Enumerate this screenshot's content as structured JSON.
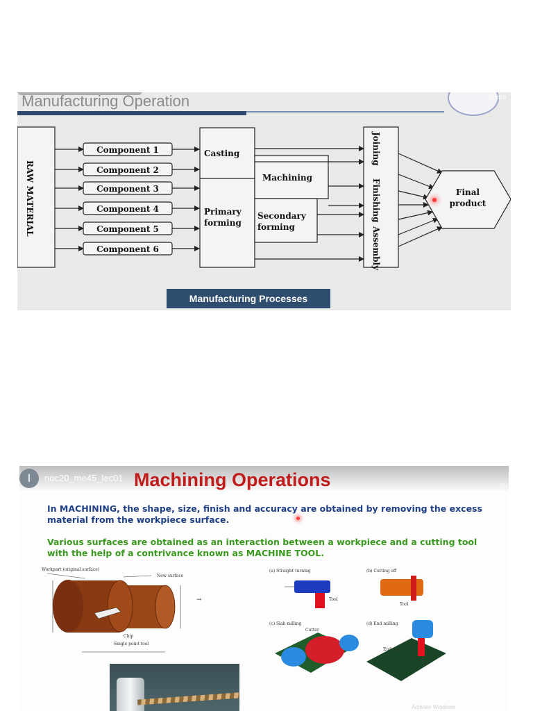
{
  "slide1": {
    "title": "Manufacturing Operation",
    "share": "Share",
    "raw_material": "RAW MATERIAL",
    "components": [
      "Component 1",
      "Component 2",
      "Component 3",
      "Component 4",
      "Component 5",
      "Component 6"
    ],
    "casting": "Casting",
    "primary_forming": "Primary forming",
    "machining": "Machining",
    "secondary_forming": "Secondary forming",
    "joining": "Joining",
    "finishing": "Finishing",
    "assembly": "Assembly",
    "final_product": "Final product",
    "badge": "Manufacturing Processes",
    "colors": {
      "title_bar": "#2f4a6e",
      "badge": "#2e4d6f",
      "pointer": "#ff3a3a"
    }
  },
  "slide2": {
    "avatar_letter": "I",
    "video_name": "noc20_me45_lec01",
    "title": "Machining Operations",
    "share": "Sh",
    "paragraph1": "In MACHINING, the shape, size, finish and accuracy are obtained by removing the excess material from the workpiece surface.",
    "paragraph2": "Various surfaces are obtained as an interaction between a workpiece and a cutting tool with the help of a contrivance known as MACHINE TOOL.",
    "figure_labels": {
      "workpart": "Workpart (original surface)",
      "new_surface": "New surface",
      "chip": "Chip",
      "single_point_tool": "Single point tool",
      "straight_turning": "(a) Straight turning",
      "cutting_off": "(b) Cutting off",
      "tool_a": "Tool",
      "tool_b": "Tool",
      "slab_milling": "(c) Slab milling",
      "cutter": "Cutter",
      "end_milling": "(d) End milling",
      "end_mill": "End mill"
    },
    "watermark": "Activate Windows",
    "colors": {
      "title": "#c01c1c",
      "paragraph1": "#1f3f86",
      "paragraph2": "#3a9a1e",
      "workpiece": "#8a3a12"
    }
  }
}
